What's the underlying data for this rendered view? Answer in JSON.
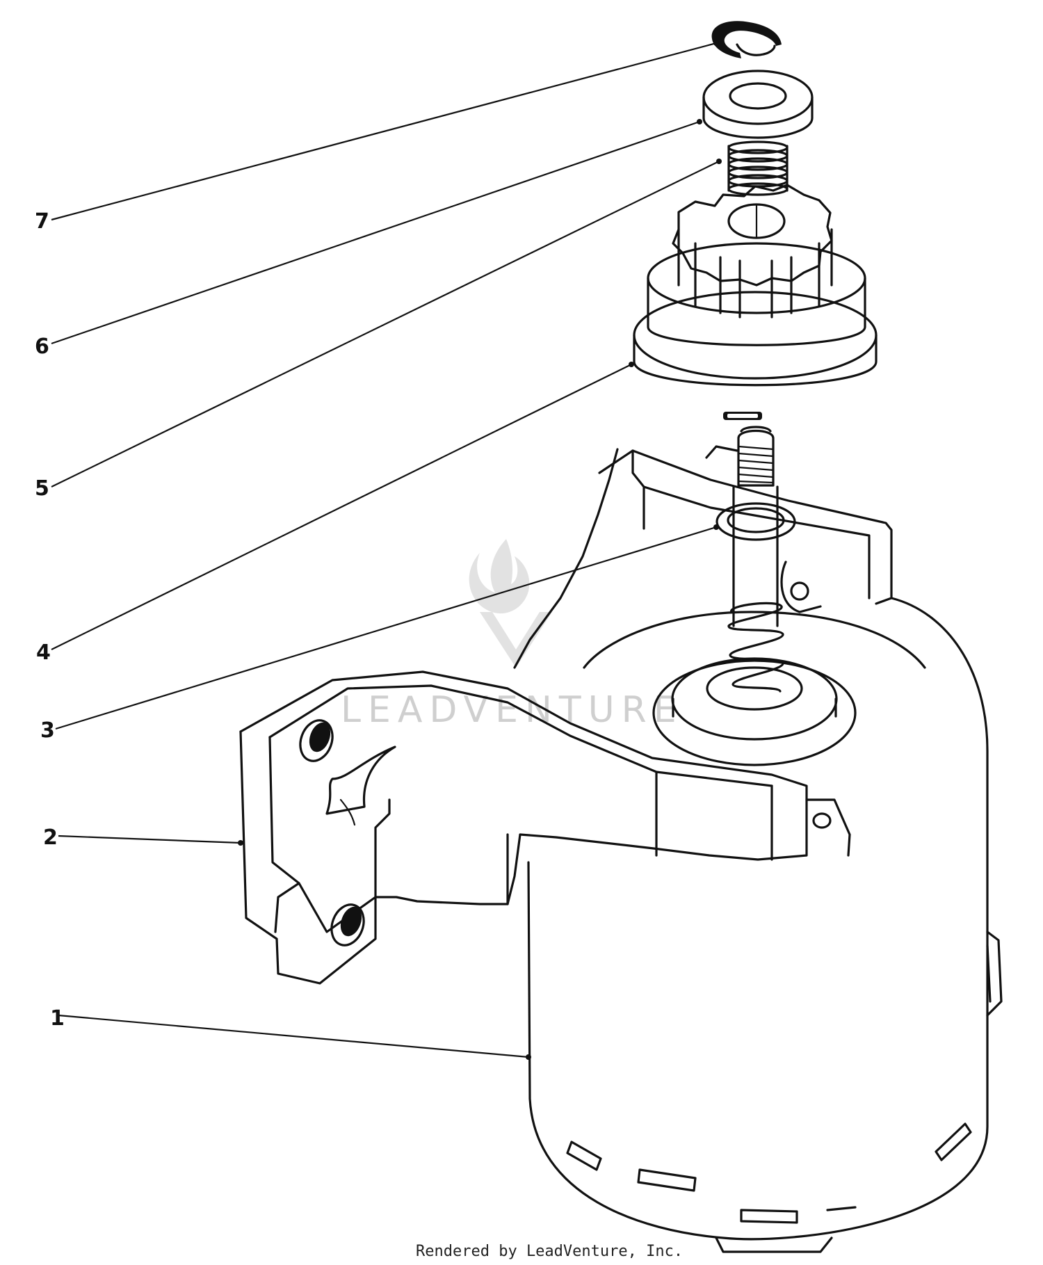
{
  "callouts": [
    {
      "label": "7"
    },
    {
      "label": "6"
    },
    {
      "label": "5"
    },
    {
      "label": "4"
    },
    {
      "label": "3"
    },
    {
      "label": "2"
    },
    {
      "label": "1"
    }
  ],
  "watermark": "LEADVENTURE",
  "footer": "Rendered by LeadVenture, Inc."
}
